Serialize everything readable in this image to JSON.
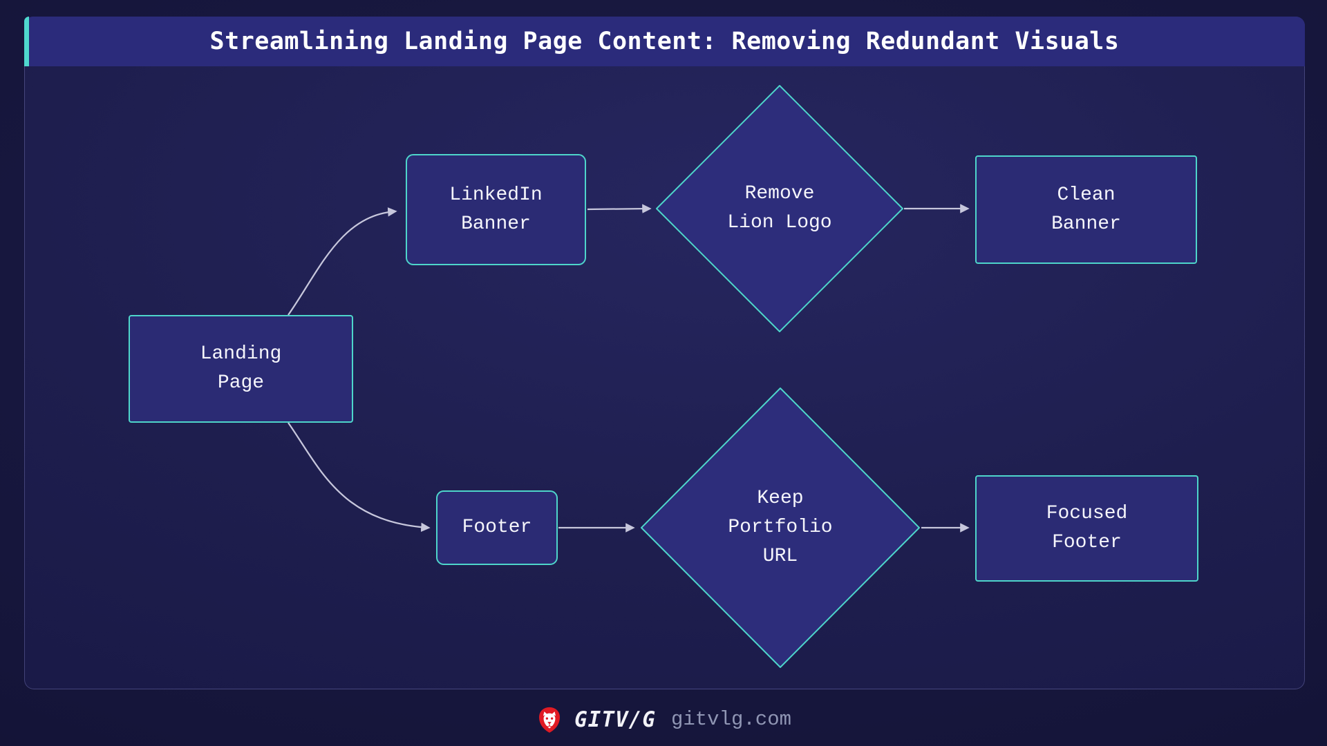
{
  "title": "Streamlining Landing Page Content: Removing Redundant Visuals",
  "diagram": {
    "nodes": {
      "landing_page": {
        "label": "Landing\nPage",
        "shape": "rect"
      },
      "linkedin_banner": {
        "label": "LinkedIn\nBanner",
        "shape": "rounded-rect"
      },
      "remove_lion_logo": {
        "label": "Remove\nLion Logo",
        "shape": "diamond"
      },
      "clean_banner": {
        "label": "Clean\nBanner",
        "shape": "rect"
      },
      "footer": {
        "label": "Footer",
        "shape": "rounded-rect"
      },
      "keep_portfolio_url": {
        "label": "Keep\nPortfolio\nURL",
        "shape": "diamond"
      },
      "focused_footer": {
        "label": "Focused\nFooter",
        "shape": "rect"
      }
    },
    "edges": [
      {
        "from": "landing_page",
        "to": "linkedin_banner"
      },
      {
        "from": "landing_page",
        "to": "footer"
      },
      {
        "from": "linkedin_banner",
        "to": "remove_lion_logo"
      },
      {
        "from": "remove_lion_logo",
        "to": "clean_banner"
      },
      {
        "from": "footer",
        "to": "keep_portfolio_url"
      },
      {
        "from": "keep_portfolio_url",
        "to": "focused_footer"
      }
    ]
  },
  "branding": {
    "logo_icon": "lion-icon",
    "logo_text": "GITV/G",
    "website": "gitvlg.com"
  },
  "colors": {
    "accent_teal": "#4fd8cf",
    "node_border": "#4ed6cb",
    "node_fill": "#2b2b74",
    "diamond_fill": "#2d2d7b",
    "title_bar": "#2b2b7b",
    "arrow": "#c7c7dc",
    "logo_red": "#e01b24"
  }
}
